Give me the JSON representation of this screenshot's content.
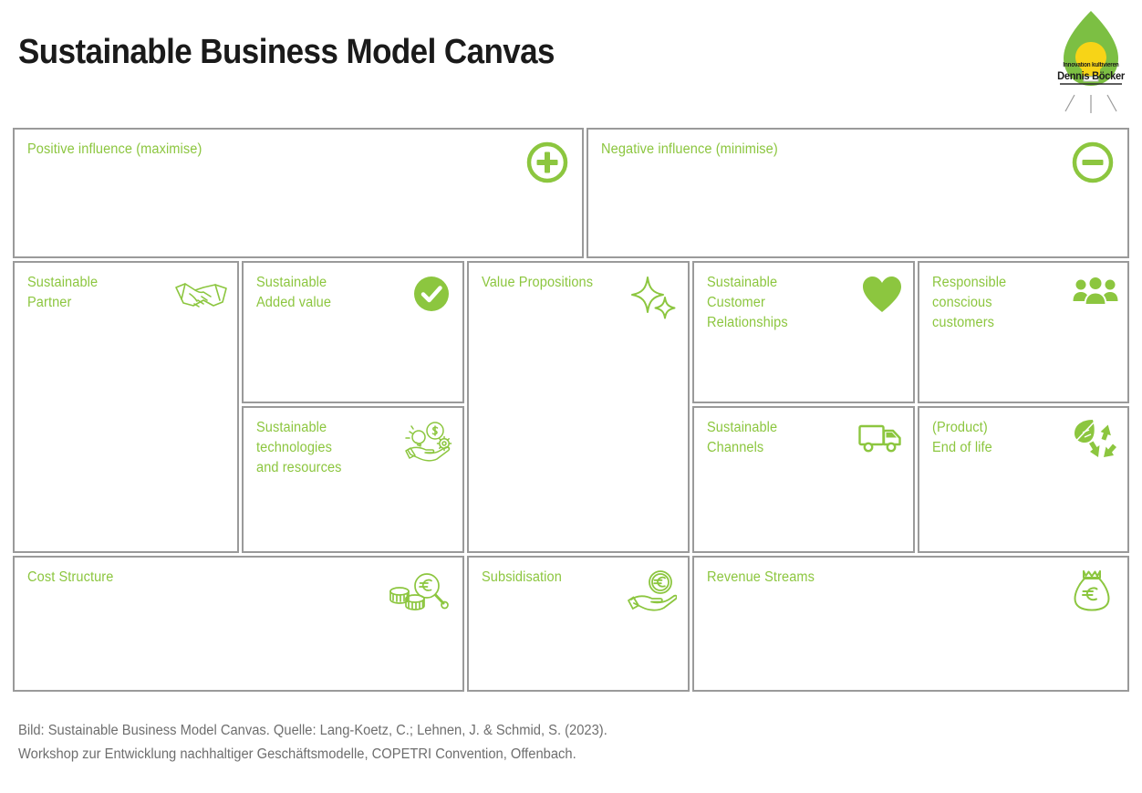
{
  "header": {
    "title": "Sustainable Business Model Canvas",
    "logo": {
      "tagline": "Innovation kultivieren",
      "name": "Dennis Böcker",
      "leaf_color": "#7cbf43",
      "bulb_color": "#f7d417"
    }
  },
  "colors": {
    "accent_green": "#8cc63f",
    "border_gray": "#9a9a9a",
    "title_black": "#1a1a1a",
    "caption_gray": "#6e6e6e"
  },
  "canvas": {
    "influence_row": [
      {
        "id": "positive-influence",
        "label": "Positive influence (maximise)",
        "icon": "plus-circle-icon"
      },
      {
        "id": "negative-influence",
        "label": "Negative influence (minimise)",
        "icon": "minus-circle-icon"
      }
    ],
    "building_blocks": [
      {
        "id": "sustainable-partner",
        "label": "Sustainable\nPartner",
        "icon": "handshake-icon"
      },
      {
        "id": "sustainable-added-value",
        "label": "Sustainable\nAdded value",
        "icon": "check-circle-icon"
      },
      {
        "id": "sustainable-technologies-and-resources",
        "label": "Sustainable\ntechnologies\nand resources",
        "icon": "hand-bulb-gear-coin-icon"
      },
      {
        "id": "value-propositions",
        "label": "Value Propositions",
        "icon": "sparkle-icon"
      },
      {
        "id": "sustainable-customer-relationships",
        "label": "Sustainable\nCustomer\nRelationships",
        "icon": "heart-icon"
      },
      {
        "id": "sustainable-channels",
        "label": "Sustainable\nChannels",
        "icon": "delivery-truck-icon"
      },
      {
        "id": "responsible-conscious-customers",
        "label": "Responsible\nconscious\ncustomers",
        "icon": "people-group-icon"
      },
      {
        "id": "product-end-of-life",
        "label": "(Product)\nEnd of life",
        "icon": "leaf-recycle-icon"
      }
    ],
    "finance_row": [
      {
        "id": "cost-structure",
        "label": "Cost Structure",
        "icon": "coins-magnifier-euro-icon"
      },
      {
        "id": "subsidisation",
        "label": "Subsidisation",
        "icon": "hand-euro-coin-icon"
      },
      {
        "id": "revenue-streams",
        "label": "Revenue Streams",
        "icon": "money-bag-euro-icon"
      }
    ]
  },
  "caption": "Bild: Sustainable Business Model Canvas. Quelle: Lang-Koetz, C.; Lehnen, J. & Schmid, S. (2023).\nWorkshop zur Entwicklung nachhaltiger Geschäftsmodelle, COPETRI Convention, Offenbach."
}
